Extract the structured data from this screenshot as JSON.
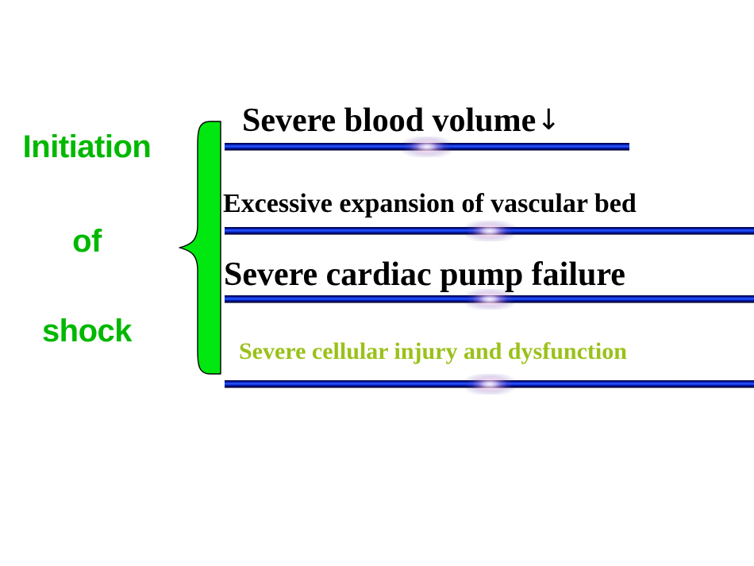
{
  "slide": {
    "background_color": "#ffffff",
    "left_label": {
      "color": "#00b800",
      "words": [
        {
          "text": "Initiation"
        },
        {
          "text": "of"
        },
        {
          "text": "shock"
        }
      ]
    },
    "brace": {
      "name": "green-curly-brace",
      "color": "#00e810",
      "outline_color": "#000000"
    },
    "rows": [
      {
        "text": "Severe blood volume",
        "arrow": "↓",
        "color": "#000000",
        "divider_color": "#1b46f0"
      },
      {
        "text": "Excessive expansion of vascular bed",
        "arrow": "",
        "color": "#000000",
        "divider_color": "#1b46f0"
      },
      {
        "text": "Severe cardiac pump failure",
        "arrow": "",
        "color": "#000000",
        "divider_color": "#1b46f0"
      },
      {
        "text": "Severe cellular injury and  dysfunction",
        "arrow": "",
        "color": "#9ac11a",
        "divider_color": "#1b46f0"
      }
    ]
  }
}
